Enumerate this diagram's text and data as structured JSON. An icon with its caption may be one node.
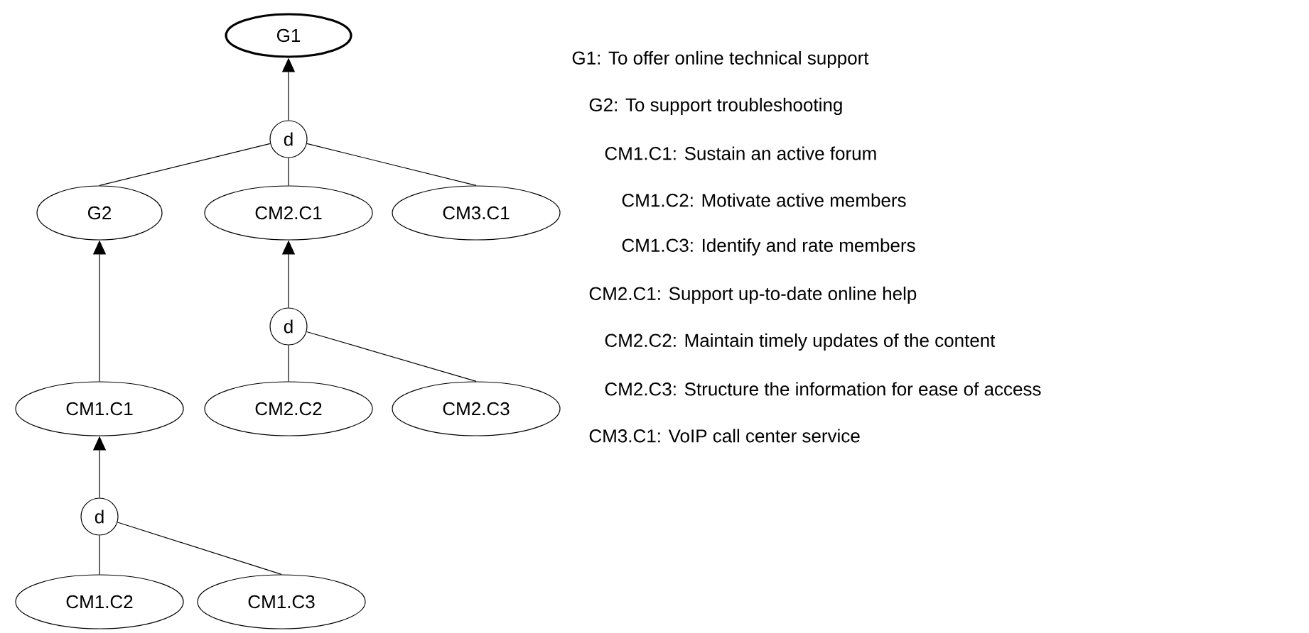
{
  "diagram": {
    "nodes": [
      {
        "text": [
          "G1"
        ]
      },
      {
        "text": [
          "d"
        ]
      },
      {
        "text": [
          "G2"
        ]
      },
      {
        "text": [
          "CM2.C1"
        ]
      },
      {
        "text": [
          "CM3.C1"
        ]
      },
      {
        "text": [
          "d"
        ]
      },
      {
        "text": [
          "CM1.C1"
        ]
      },
      {
        "text": [
          "CM2.C2"
        ]
      },
      {
        "text": [
          "CM2.C3"
        ]
      },
      {
        "text": [
          "d"
        ]
      },
      {
        "text": [
          "CM1.C2"
        ]
      },
      {
        "text": [
          "CM1.C3"
        ]
      }
    ],
    "edges": [
      {
        "from": 1,
        "to": 0,
        "arrow": "to"
      },
      {
        "from": 2,
        "to": 1,
        "arrow": "none"
      },
      {
        "from": 3,
        "to": 1,
        "arrow": "none"
      },
      {
        "from": 4,
        "to": 1,
        "arrow": "none"
      },
      {
        "from": 6,
        "to": 2,
        "arrow": "to"
      },
      {
        "from": 5,
        "to": 3,
        "arrow": "to"
      },
      {
        "from": 7,
        "to": 5,
        "arrow": "none"
      },
      {
        "from": 8,
        "to": 5,
        "arrow": "none"
      },
      {
        "from": 9,
        "to": 6,
        "arrow": "to"
      },
      {
        "from": 10,
        "to": 9,
        "arrow": "none"
      },
      {
        "from": 11,
        "to": 9,
        "arrow": "none"
      }
    ],
    "labels": [
      "G1: To offer online technical support",
      "G2: To support troubleshooting",
      "CM1.C1: Sustain an active forum",
      "CM1.C2: Motivate active members",
      "CM1.C3: Identify and rate members",
      "CM2.C1: Support up-to-date online help",
      "CM2.C2: Maintain timely updates of the content",
      "CM2.C3: Structure the information for ease of access",
      "CM3.C1: VoIP call center service"
    ]
  }
}
